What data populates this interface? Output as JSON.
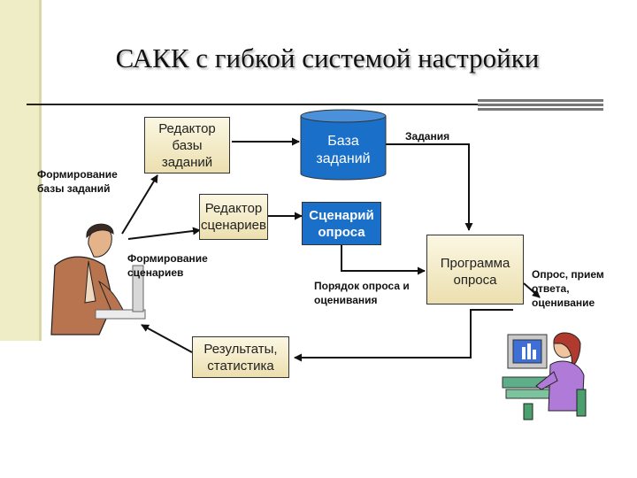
{
  "title": "САКК с гибкой системой настройки",
  "nodes": {
    "editor_db": "Редактор базы заданий",
    "database": "База заданий",
    "editor_scen": "Редактор сценариев",
    "scenario": "Сценарий опроса",
    "program": "Программа опроса",
    "results": "Результаты, статистика"
  },
  "labels": {
    "form_db": "Формирование базы заданий",
    "form_scen": "Формирование сценариев",
    "tasks": "Задания",
    "order": "Порядок опроса и оценивания",
    "survey": "Опрос, прием ответа, оценивание"
  },
  "colors": {
    "accent_blue": "#1a6fc9",
    "beige_box": "#f4ecc8",
    "sidebar": "#efedc5"
  }
}
